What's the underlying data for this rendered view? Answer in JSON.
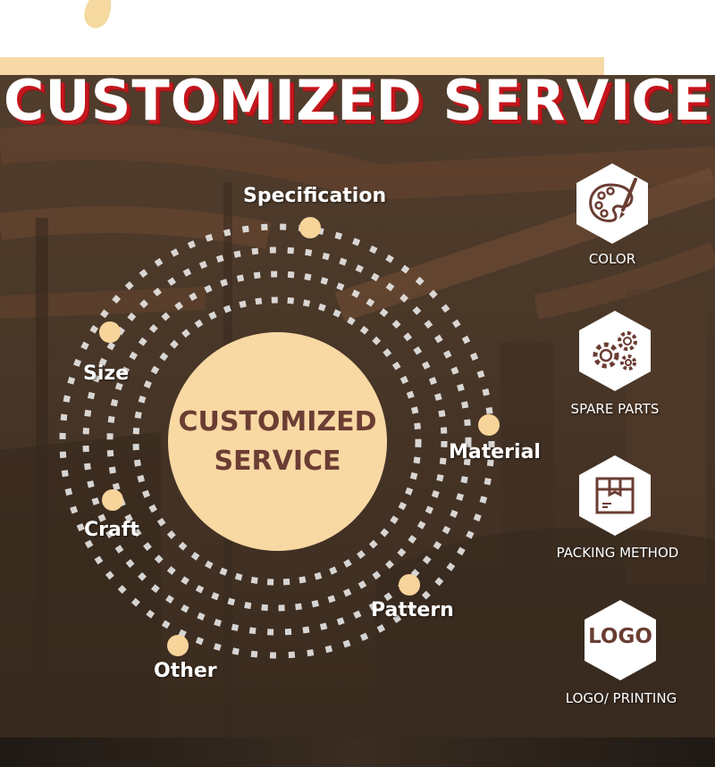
{
  "banner": {
    "title": "CUSTOMIZED SERVICE"
  },
  "center": {
    "line1": "CUSTOMIZED",
    "line2": "SERVICE"
  },
  "wheel_labels": {
    "specification": "Specification",
    "size": "Size",
    "material": "Material",
    "craft": "Craft",
    "pattern": "Pattern",
    "other": "Other"
  },
  "options": [
    {
      "label": "COLOR",
      "icon": "palette-icon"
    },
    {
      "label": "SPARE PARTS",
      "icon": "gears-icon"
    },
    {
      "label": "PACKING METHOD",
      "icon": "box-icon"
    },
    {
      "label": "LOGO/ PRINTING",
      "icon": "logo-icon",
      "icon_text": "LOGO"
    }
  ],
  "colors": {
    "accent": "#f7d49a",
    "title_shadow": "#c4161c",
    "center_text": "#6b3d33",
    "background": "#4a3a2c"
  }
}
